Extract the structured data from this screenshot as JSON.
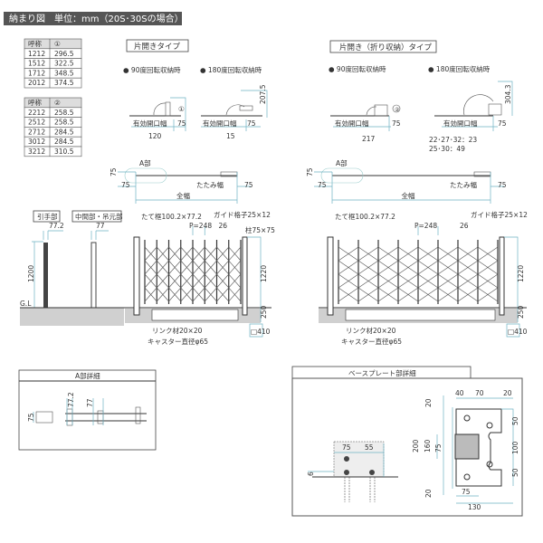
{
  "header": "納まり図　単位：mm（20S･30Sの場合）",
  "table1": {
    "headers": [
      "呼称",
      "①"
    ],
    "rows": [
      [
        "1212",
        "296.5"
      ],
      [
        "1512",
        "322.5"
      ],
      [
        "1712",
        "348.5"
      ],
      [
        "2012",
        "374.5"
      ]
    ]
  },
  "table2": {
    "headers": [
      "呼称",
      "②"
    ],
    "rows": [
      [
        "2212",
        "258.5"
      ],
      [
        "2512",
        "258.5"
      ],
      [
        "2712",
        "284.5"
      ],
      [
        "3012",
        "284.5"
      ],
      [
        "3212",
        "310.5"
      ]
    ]
  },
  "left_type": {
    "title": "片開きタイプ",
    "bullet_90": "● 90度回転収納時",
    "bullet_180": "● 180度回転収納時",
    "opening": "有効開口幅",
    "d75": "75",
    "d120": "120",
    "d15": "15",
    "d2075": "207.5",
    "marker": "①"
  },
  "right_type": {
    "title": "片開き（折り収納）タイプ",
    "bullet_90": "● 90度回転収納時",
    "bullet_180": "● 180度回転収納時",
    "opening": "有効開口幅",
    "d75": "75",
    "d217": "217",
    "d3043": "304.3",
    "note1": "22･27･32：23",
    "note2": "25･30：49",
    "marker": "②"
  },
  "plan": {
    "a_part": "A部",
    "d75": "75",
    "fold_width": "たたみ幅",
    "full_width": "全幅"
  },
  "elev": {
    "pull": "引手部",
    "middle": "中間部・吊元部",
    "d772": "77.2",
    "d77": "77",
    "d1200": "1200",
    "gl": "G.L",
    "stile": "たて框100.2×77.2",
    "guide": "ガイド格子25×12",
    "pitch": "P=248",
    "d26": "26",
    "post": "柱75×75",
    "d1220": "1220",
    "d250": "250",
    "d410": "□410",
    "link": "リンク材20×20",
    "caster": "キャスター直径φ65"
  },
  "detail_a": {
    "title": "A部詳細",
    "d75": "75",
    "d772": "77.2",
    "d77": "77"
  },
  "baseplate": {
    "title": "ベースプレート部詳細",
    "d75": "75",
    "d55": "55",
    "d6": "6",
    "d40": "40",
    "d70": "70",
    "d20": "20",
    "d50": "50",
    "d100": "100",
    "d200": "200",
    "d160": "160",
    "d130": "130"
  }
}
